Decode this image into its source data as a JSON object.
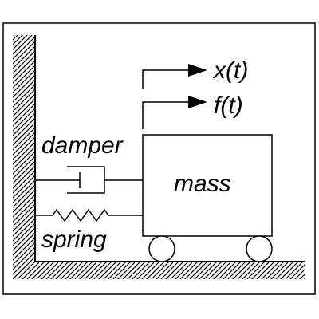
{
  "diagram": {
    "labels": {
      "displacement": "x(t)",
      "force": "f(t)",
      "damper": "damper",
      "mass": "mass",
      "spring": "spring"
    },
    "colors": {
      "line": "#000000",
      "background": "#ffffff",
      "frame": "#000000"
    }
  }
}
